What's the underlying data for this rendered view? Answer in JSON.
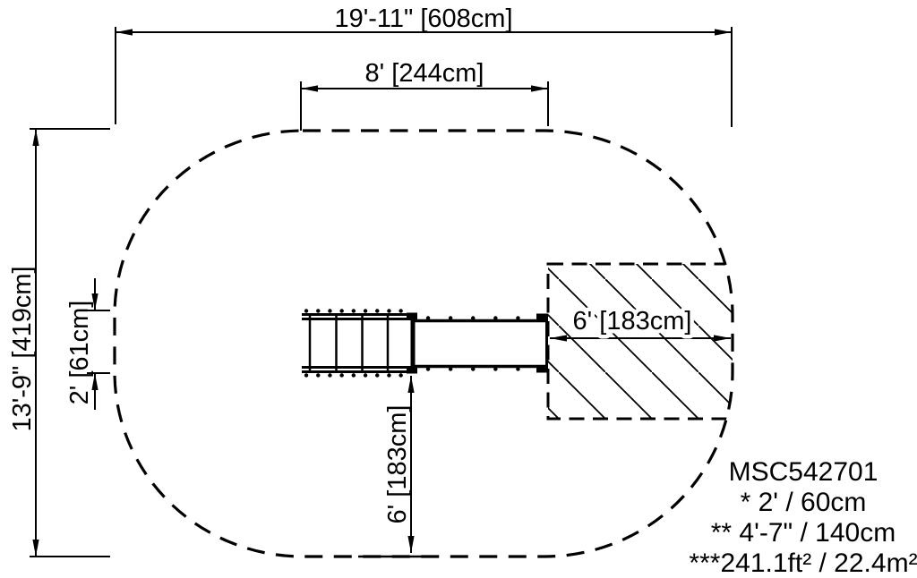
{
  "drawing": {
    "title_hint": "playground use zone plan drawing",
    "dim_overall_width": "19'-11\" [608cm]",
    "dim_platform_width": "8' [244cm]",
    "dim_overall_depth": "13'-9\" [419cm]",
    "dim_equipment_depth": "2' [61cm]",
    "dim_side_clearance": "6' [183cm]",
    "dim_front_clearance": "6' [183cm]",
    "notes": {
      "model_number": "MSC542701",
      "line1": "* 2' / 60cm",
      "line2": "** 4'-7\" / 140cm",
      "line3": "***241.1ft² / 22.4m²"
    },
    "colors": {
      "ink": "#000000",
      "background": "#ffffff"
    }
  }
}
